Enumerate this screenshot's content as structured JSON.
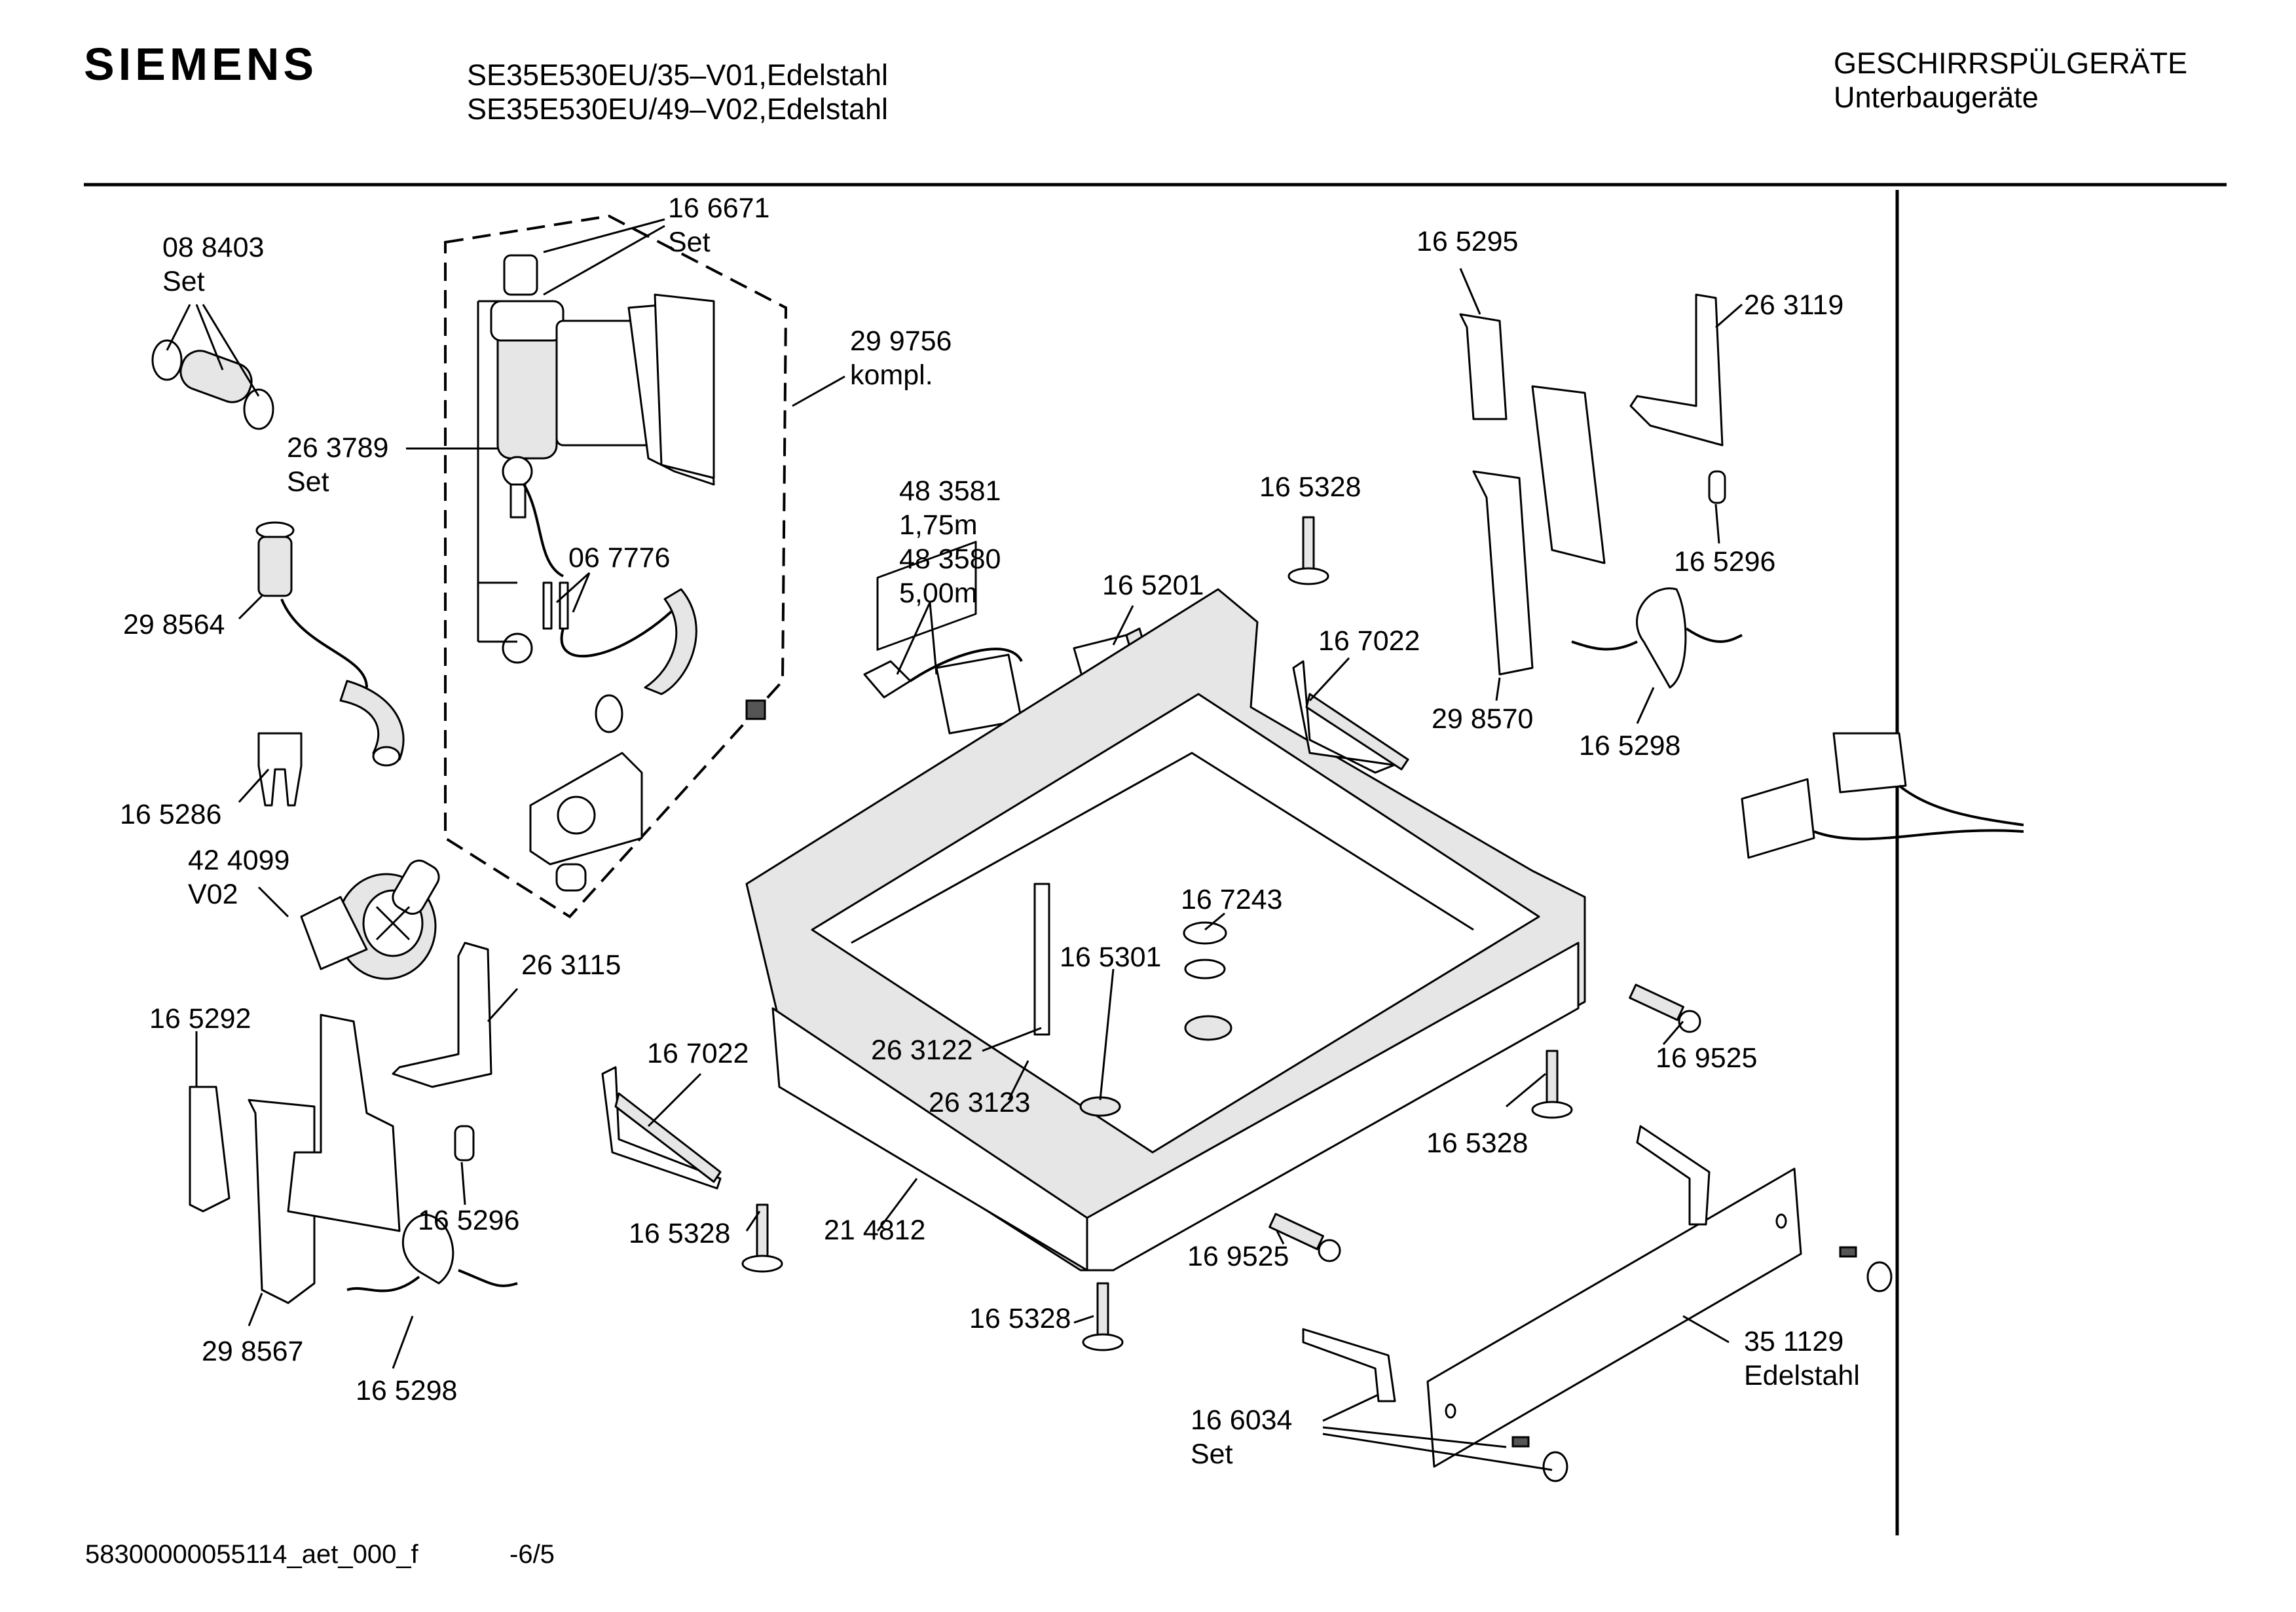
{
  "header": {
    "brand": "SIEMENS",
    "model_line_1": "SE35E530EU/35–V01,Edelstahl",
    "model_line_2": "SE35E530EU/49–V02,Edelstahl",
    "category": "GESCHIRRSPÜLGERÄTE",
    "subcategory": "Unterbaugeräte"
  },
  "labels": {
    "p088403": [
      "08 8403",
      "Set"
    ],
    "p166671": [
      "16 6671",
      "Set"
    ],
    "p299756": [
      "29 9756",
      "kompl."
    ],
    "p263789": [
      "26 3789",
      "Set"
    ],
    "p067776": [
      "06 7776"
    ],
    "p298564": [
      "29 8564"
    ],
    "p165286": [
      "16 5286"
    ],
    "p424099": [
      "42 4099",
      "V02"
    ],
    "p165292": [
      "16 5292"
    ],
    "p263115": [
      "26 3115"
    ],
    "p165296_left": [
      "16 5296"
    ],
    "p298567": [
      "29 8567"
    ],
    "p165298_left": [
      "16 5298"
    ],
    "p483581": [
      "48 3581",
      "1,75m",
      "48 3580",
      "5,00m"
    ],
    "p165201": [
      "16 5201"
    ],
    "p165328_top": [
      "16 5328"
    ],
    "p167022_right": [
      "16 7022"
    ],
    "p167022_left": [
      "16 7022"
    ],
    "p167243": [
      "16 7243"
    ],
    "p165301": [
      "16 5301"
    ],
    "p263122": [
      "26 3122"
    ],
    "p263123": [
      "26 3123"
    ],
    "p165328_left": [
      "16 5328"
    ],
    "p214812": [
      "21 4812"
    ],
    "p165328_bottom": [
      "16 5328"
    ],
    "p169525_mid": [
      "16 9525"
    ],
    "p165295": [
      "16 5295"
    ],
    "p263119": [
      "26 3119"
    ],
    "p165296_right": [
      "16 5296"
    ],
    "p298570": [
      "29 8570"
    ],
    "p165298_right": [
      "16 5298"
    ],
    "p169525_right": [
      "16 9525"
    ],
    "p165328_right": [
      "16 5328"
    ],
    "p351129": [
      "35 1129",
      "Edelstahl"
    ],
    "p166034": [
      "16 6034",
      "Set"
    ]
  },
  "footer": {
    "document_id": "58300000055114_aet_000_f",
    "page": "-6/5"
  }
}
